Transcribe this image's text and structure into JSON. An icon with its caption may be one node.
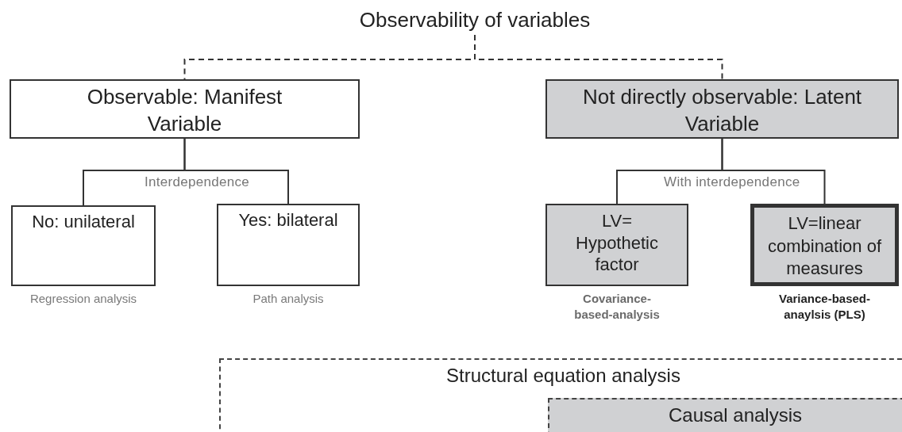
{
  "diagram": {
    "nodes": [
      {
        "text": [
          "Observability of variables"
        ]
      },
      {
        "text": [
          "Observable: Manifest Variable"
        ]
      },
      {
        "text": [
          "Not directly observable: Latent Variable"
        ]
      },
      {
        "text": [
          "No: unilateral"
        ],
        "beside": [
          "Regression analysis"
        ]
      },
      {
        "text": [
          "Yes: bilateral"
        ],
        "beside": [
          "Path analysis"
        ]
      },
      {
        "text": [
          "LV= Hypothetic factor"
        ],
        "beside": [
          "Covariance-based-analysis"
        ]
      },
      {
        "text": [
          "LV=linear combination of measures"
        ],
        "beside": [
          "Variance-based-anaylsis (PLS)"
        ]
      },
      {
        "text": [
          "Structural equation analysis"
        ]
      },
      {
        "text": [
          "Causal analysis"
        ],
        "in": 7
      }
    ],
    "edges": [
      {
        "from": 0,
        "to": 1,
        "arrow": "none",
        "style": "dashed"
      },
      {
        "from": 0,
        "to": 2,
        "arrow": "none",
        "style": "dashed"
      },
      {
        "from": 1,
        "to": 3,
        "arrow": "none",
        "label": "Interdependence"
      },
      {
        "from": 1,
        "to": 4,
        "arrow": "none"
      },
      {
        "from": 2,
        "to": 5,
        "arrow": "none",
        "label": "With interdependence"
      },
      {
        "from": 2,
        "to": 6,
        "arrow": "none"
      }
    ]
  }
}
